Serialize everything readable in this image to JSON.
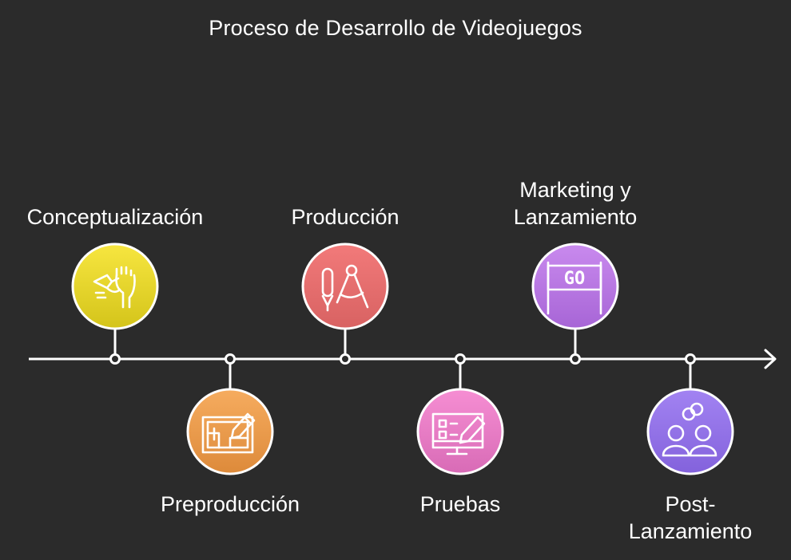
{
  "title": "Proceso de Desarrollo de Videojuegos",
  "colors": {
    "background": "#2b2b2b",
    "line": "#ffffff"
  },
  "stages": [
    {
      "id": "conceptualizacion",
      "label_lines": [
        "Conceptualización"
      ],
      "icon": "hand-pen-icon",
      "color_top": "#f7e640",
      "color_bottom": "#d4c41a"
    },
    {
      "id": "preproduccion",
      "label_lines": [
        "Preproducción"
      ],
      "icon": "blueprint-pencil-icon",
      "color_top": "#f6ac5f",
      "color_bottom": "#dd8a3a"
    },
    {
      "id": "produccion",
      "label_lines": [
        "Producción"
      ],
      "icon": "drafting-tools-icon",
      "color_top": "#f27a7a",
      "color_bottom": "#d86262"
    },
    {
      "id": "pruebas",
      "label_lines": [
        "Pruebas"
      ],
      "icon": "monitor-checklist-icon",
      "color_top": "#f68ed3",
      "color_bottom": "#d86bb6"
    },
    {
      "id": "marketing",
      "label_lines": [
        "Marketing y",
        "Lanzamiento"
      ],
      "icon": "go-sign-icon",
      "color_top": "#c98aee",
      "color_bottom": "#a765d6"
    },
    {
      "id": "post-lanzamiento",
      "label_lines": [
        "Post-",
        "Lanzamiento"
      ],
      "icon": "people-support-icon",
      "color_top": "#a283f2",
      "color_bottom": "#8362dc"
    }
  ]
}
